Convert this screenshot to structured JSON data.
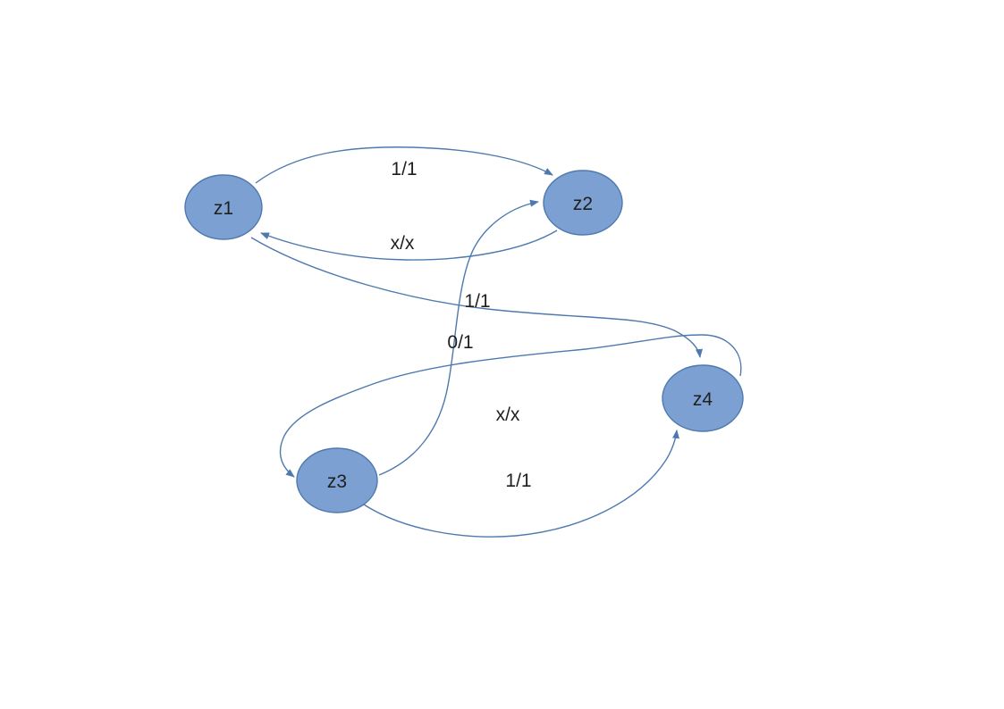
{
  "page": {
    "background_color": "#ffffff"
  },
  "diagram": {
    "kind": "finite-state-machine",
    "colors": {
      "node_fill": "#7ca0d2",
      "node_stroke": "#4e79ae",
      "edge_stroke": "#4e79ae",
      "label_text": "#1f1f1f"
    },
    "nodes": [
      {
        "id": "z1",
        "label": "z1"
      },
      {
        "id": "z2",
        "label": "z2"
      },
      {
        "id": "z3",
        "label": "z3"
      },
      {
        "id": "z4",
        "label": "z4"
      }
    ],
    "edges": [
      {
        "from": "z1",
        "to": "z2",
        "label": "1/1"
      },
      {
        "from": "z2",
        "to": "z1",
        "label": "x/x"
      },
      {
        "from": "z1",
        "to": "z4",
        "label": "1/1"
      },
      {
        "from": "z3",
        "to": "z2",
        "label": "0/1"
      },
      {
        "from": "z4",
        "to": "z3",
        "label": "x/x"
      },
      {
        "from": "z3",
        "to": "z4",
        "label": "1/1"
      }
    ]
  }
}
